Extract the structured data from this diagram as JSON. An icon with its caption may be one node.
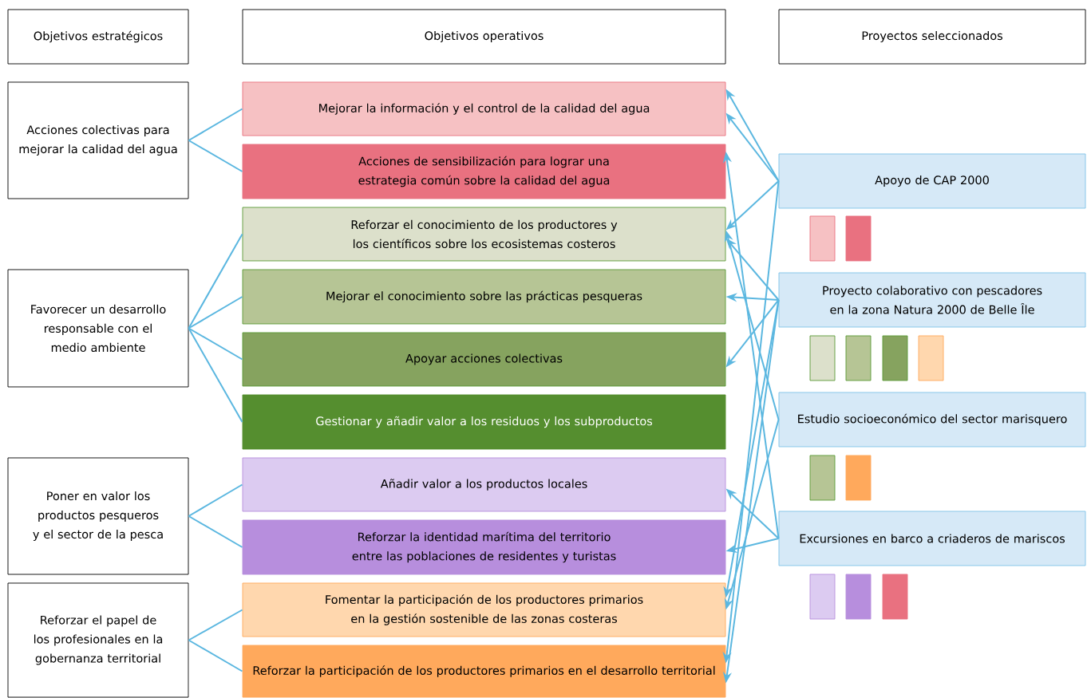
{
  "diagram": {
    "nodes": [
      {
        "text": [
          "Objetivos estratégicos"
        ]
      },
      {
        "text": [
          "Objetivos operativos"
        ]
      },
      {
        "text": [
          "Proyectos seleccionados"
        ]
      },
      {
        "text": [
          "Acciones colectivas para mejorar la calidad del agua"
        ]
      },
      {
        "text": [
          "Favorecer un desarrollo responsable con el medio ambiente"
        ]
      },
      {
        "text": [
          "Poner en valor los productos pesqueros y el sector de la pesca"
        ]
      },
      {
        "text": [
          "Reforzar el papel de los profesionales en la gobernanza territorial"
        ]
      },
      {
        "text": [
          "Mejorar la información y el control de la calidad del agua"
        ]
      },
      {
        "text": [
          "Acciones de sensibilización para lograr una estrategia común sobre la calidad del agua"
        ]
      },
      {
        "text": [
          "Reforzar el conocimiento de los productores y los científicos sobre los ecosistemas costeros"
        ]
      },
      {
        "text": [
          "Mejorar el conocimiento sobre las prácticas pesqueras"
        ]
      },
      {
        "text": [
          "Apoyar acciones colectivas"
        ]
      },
      {
        "text": [
          "Gestionar y añadir valor a los residuos y los subproductos"
        ]
      },
      {
        "text": [
          "Añadir valor a los productos locales"
        ]
      },
      {
        "text": [
          "Reforzar la identidad marítima del territorio entre las poblaciones de residentes y turistas"
        ]
      },
      {
        "text": [
          "Fomentar la participación de los productores primarios en la gestión sostenible de las zonas costeras"
        ]
      },
      {
        "text": [
          "Reforzar la participación de los productores primarios en el desarrollo territorial"
        ]
      },
      {
        "text": [
          "Apoyo de CAP 2000"
        ]
      },
      {
        "text": [
          "Proyecto colaborativo con pescadores en la zona Natura 2000 de Belle Île"
        ]
      },
      {
        "text": [
          "Estudio socioeconómico del sector marisquero"
        ]
      },
      {
        "text": [
          "Excursiones en barco a criaderos de mariscos"
        ]
      },
      {
        "text": [],
        "shape": "box"
      },
      {
        "text": [],
        "shape": "box"
      },
      {
        "text": [],
        "shape": "box"
      },
      {
        "text": [],
        "shape": "box"
      },
      {
        "text": [],
        "shape": "box"
      },
      {
        "text": [],
        "shape": "box"
      },
      {
        "text": [],
        "shape": "box"
      },
      {
        "text": [],
        "shape": "box"
      },
      {
        "text": [],
        "shape": "box"
      },
      {
        "text": [],
        "shape": "box"
      },
      {
        "text": [],
        "shape": "box"
      }
    ],
    "edges": [
      {
        "from": 3,
        "to": 7,
        "arrow": "none"
      },
      {
        "from": 3,
        "to": 8,
        "arrow": "none"
      },
      {
        "from": 4,
        "to": 9,
        "arrow": "none"
      },
      {
        "from": 4,
        "to": 10,
        "arrow": "none"
      },
      {
        "from": 4,
        "to": 11,
        "arrow": "none"
      },
      {
        "from": 4,
        "to": 12,
        "arrow": "none"
      },
      {
        "from": 5,
        "to": 13,
        "arrow": "none"
      },
      {
        "from": 5,
        "to": 14,
        "arrow": "none"
      },
      {
        "from": 6,
        "to": 15,
        "arrow": "none"
      },
      {
        "from": 6,
        "to": 16,
        "arrow": "none"
      },
      {
        "from": 17,
        "to": 7,
        "arrow": "to"
      },
      {
        "from": 17,
        "to": 7,
        "arrow": "to"
      },
      {
        "from": 17,
        "to": 9,
        "arrow": "to"
      },
      {
        "from": 17,
        "to": 16,
        "arrow": "to"
      },
      {
        "from": 18,
        "to": 9,
        "arrow": "to"
      },
      {
        "from": 18,
        "to": 10,
        "arrow": "to"
      },
      {
        "from": 18,
        "to": 11,
        "arrow": "to"
      },
      {
        "from": 18,
        "to": 15,
        "arrow": "to"
      },
      {
        "from": 18,
        "to": 16,
        "arrow": "to"
      },
      {
        "from": 19,
        "to": 9,
        "arrow": "to"
      },
      {
        "from": 19,
        "to": 15,
        "arrow": "to"
      },
      {
        "from": 20,
        "to": 8,
        "arrow": "to"
      },
      {
        "from": 20,
        "to": 13,
        "arrow": "to"
      },
      {
        "from": 20,
        "to": 14,
        "arrow": "to"
      }
    ]
  }
}
